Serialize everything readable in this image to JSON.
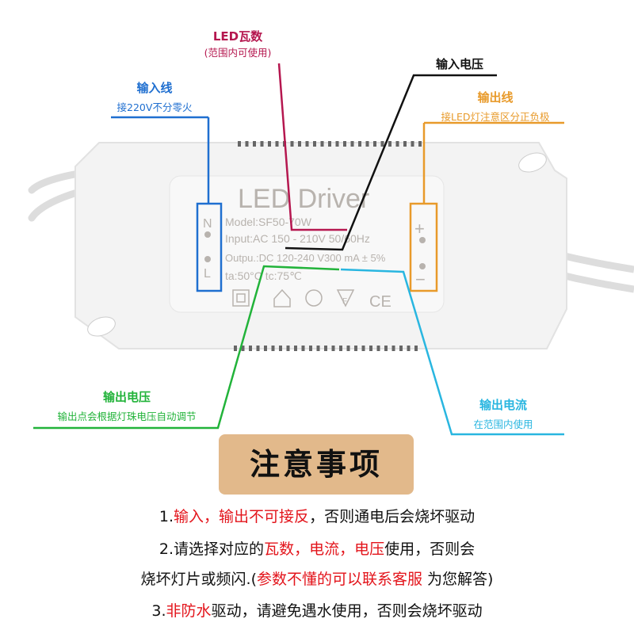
{
  "labels": {
    "led_watt": {
      "title": "LED瓦数",
      "sub": "(范围内可使用)",
      "color": "#b5174f"
    },
    "input_voltage": {
      "title": "输入电压",
      "color": "#111111"
    },
    "input_wire": {
      "title": "输入线",
      "sub": "接220V不分零火",
      "color": "#1f6fd0"
    },
    "output_wire": {
      "title": "输出线",
      "sub": "接LED灯注意区分正负极",
      "color": "#e89a2a"
    },
    "output_voltage": {
      "title": "输出电压",
      "sub": "输出点会根据灯珠电压自动调节",
      "color": "#22b33a"
    },
    "output_current": {
      "title": "输出电流",
      "sub": "在范围内使用",
      "color": "#29b6e0"
    }
  },
  "device": {
    "brand": "LED Driver",
    "model": "Model:SF50-70W",
    "input": "Input:AC 150 - 210V 50/60Hz",
    "output": "Outpu.:DC 120-240 V300 mA ± 5%",
    "temps": "ta:50°C    tc:75℃",
    "left_terminals": [
      "N",
      "L"
    ],
    "right_terminals": [
      "+",
      "−"
    ],
    "cert": "CE",
    "cert_f": "F"
  },
  "banner": "注意事项",
  "notes": [
    {
      "num": "1.",
      "parts": [
        {
          "text": "输入，输出不可接反",
          "red": true
        },
        {
          "text": "，否则通电后会烧坏驱动",
          "red": false
        }
      ]
    },
    {
      "num": "2.",
      "parts": [
        {
          "text": "请选择对应的",
          "red": false
        },
        {
          "text": "瓦数，电流，电压",
          "red": true
        },
        {
          "text": "使用，否则会",
          "red": false
        }
      ]
    },
    {
      "num": "",
      "parts": [
        {
          "text": "烧坏灯片或频闪.(",
          "red": false
        },
        {
          "text": "参数不懂的可以联系客服",
          "red": true
        },
        {
          "text": " 为您解答)",
          "red": false
        }
      ]
    },
    {
      "num": "3.",
      "parts": [
        {
          "text": "非防水",
          "red": true
        },
        {
          "text": "驱动，请避免遇水使用，否则会烧坏驱动",
          "red": false
        }
      ]
    }
  ]
}
